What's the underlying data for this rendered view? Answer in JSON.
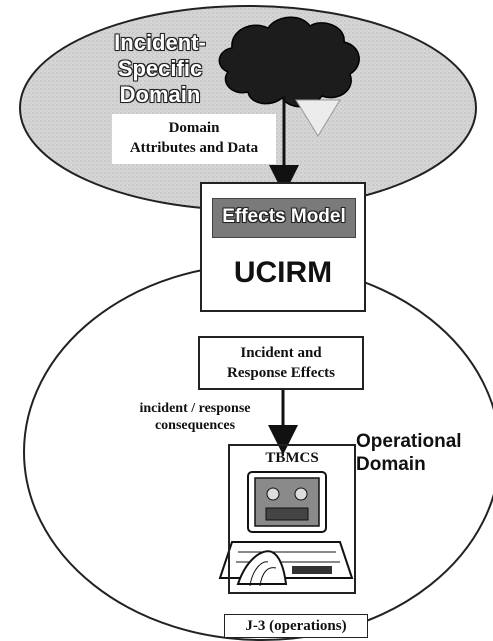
{
  "incident_domain": {
    "label_lines": [
      "Incident-",
      "Specific",
      "Domain"
    ]
  },
  "domain_attributes": {
    "line1": "Domain",
    "line2": "Attributes and Data"
  },
  "model_box": {
    "effects_model": "Effects Model",
    "name": "UCIRM"
  },
  "effects_box": {
    "line1": "Incident and",
    "line2": "Response Effects"
  },
  "arrow_label": {
    "line1": "incident / response",
    "line2": "consequences"
  },
  "operational_domain": {
    "line1": "Operational",
    "line2": "Domain"
  },
  "tbmcs_box": {
    "title": "TBMCS",
    "footer": "J-3 (operations)"
  },
  "colors": {
    "ellipse_fill": "#d4d4d4",
    "effects_banner": "#7a7a7a",
    "cloud": "#1c1c1c",
    "outline": "#222222"
  }
}
